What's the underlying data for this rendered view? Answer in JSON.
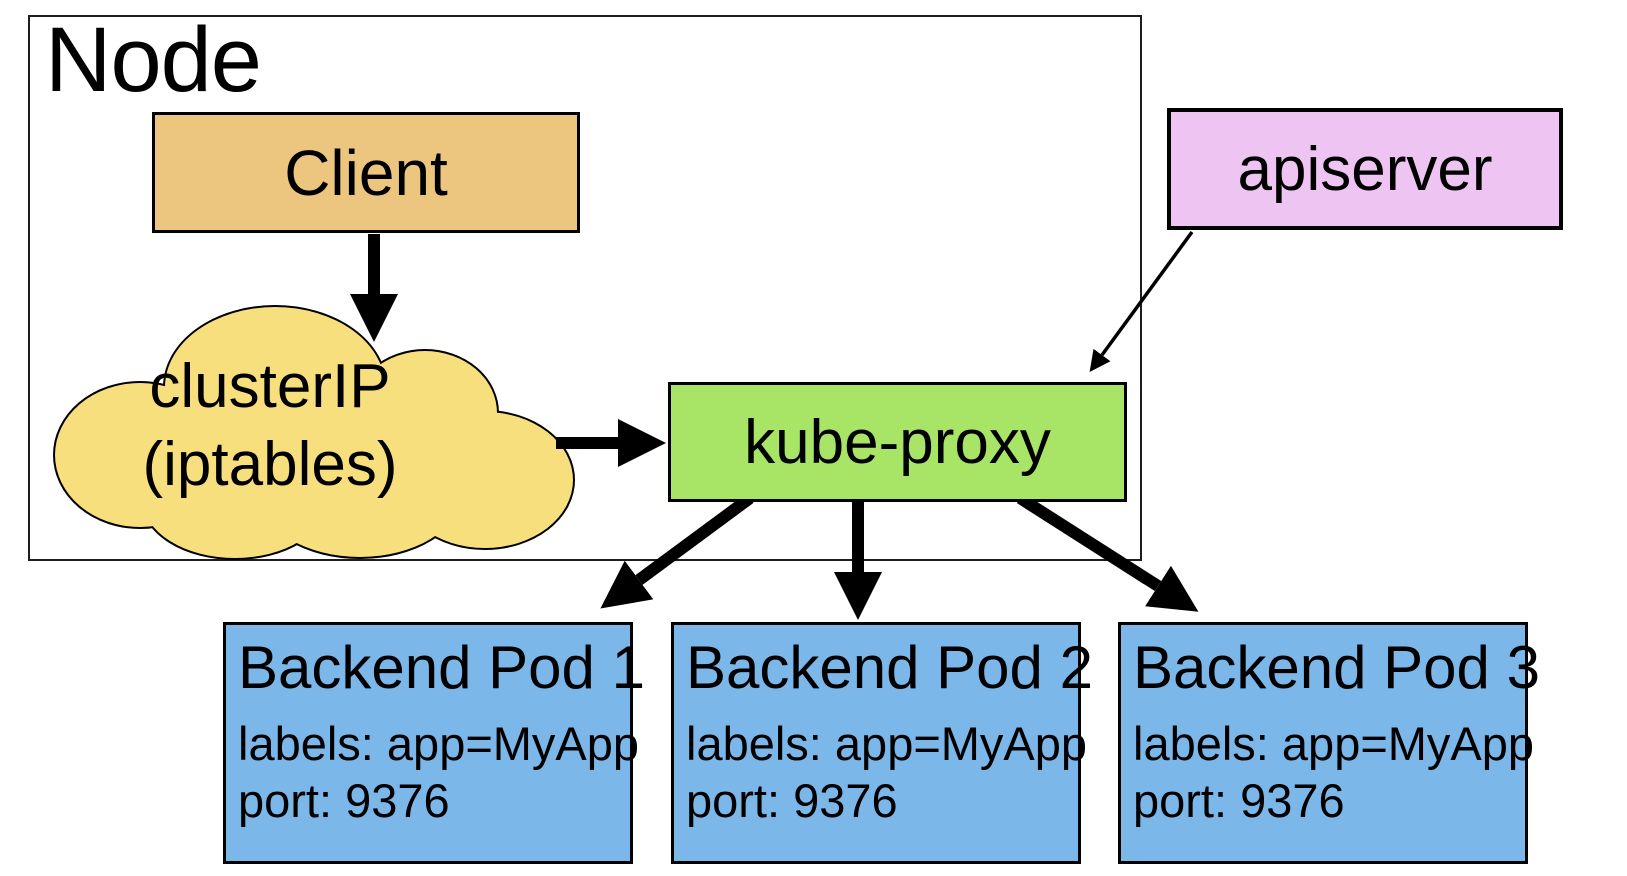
{
  "diagram": {
    "title_context": "Kubernetes service proxy diagram",
    "node": {
      "label": "Node"
    },
    "client": {
      "label": "Client"
    },
    "cluster_ip": {
      "line1": "clusterIP",
      "line2": "(iptables)"
    },
    "kube_proxy": {
      "label": "kube-proxy"
    },
    "apiserver": {
      "label": "apiserver"
    },
    "pods": [
      {
        "title": "Backend Pod 1",
        "labels": "labels: app=MyApp",
        "port": "port: 9376"
      },
      {
        "title": "Backend Pod 2",
        "labels": "labels: app=MyApp",
        "port": "port: 9376"
      },
      {
        "title": "Backend Pod 3",
        "labels": "labels: app=MyApp",
        "port": "port: 9376"
      }
    ],
    "edges": [
      {
        "from": "client",
        "to": "cluster_ip",
        "style": "thick"
      },
      {
        "from": "cluster_ip",
        "to": "kube_proxy",
        "style": "thick"
      },
      {
        "from": "apiserver",
        "to": "kube_proxy",
        "style": "thin"
      },
      {
        "from": "kube_proxy",
        "to": "backend_pod_1",
        "style": "thick"
      },
      {
        "from": "kube_proxy",
        "to": "backend_pod_2",
        "style": "thick"
      },
      {
        "from": "kube_proxy",
        "to": "backend_pod_3",
        "style": "thick"
      }
    ],
    "colors": {
      "client": "#ecc57e",
      "cloud": "#f8df7d",
      "kube_proxy": "#a8e465",
      "apiserver": "#edc4f2",
      "pod": "#7cb7e9"
    }
  }
}
